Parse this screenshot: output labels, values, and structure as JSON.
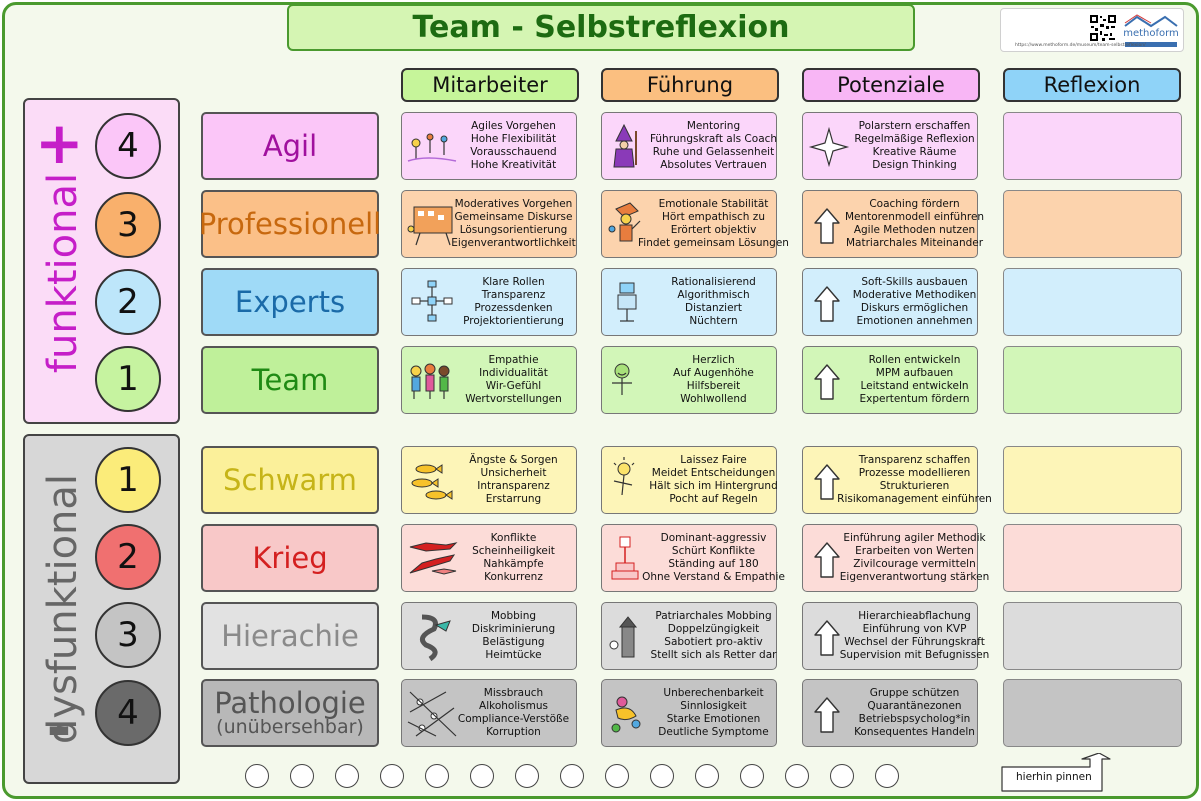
{
  "title": "Team - Selbstreflexion",
  "logo": {
    "brand": "methoform",
    "url": "https://www.methoform.de/museum/team-selbstreflexion/"
  },
  "columns": [
    {
      "label": "Mitarbeiter",
      "color": "#c6f59a"
    },
    {
      "label": "Führung",
      "color": "#fbbf80"
    },
    {
      "label": "Potenziale",
      "color": "#f8b6f5"
    },
    {
      "label": "Reflexion",
      "color": "#8fd3f8"
    }
  ],
  "panels": {
    "plus": {
      "sign": "+",
      "label": "funktional",
      "color": "#c51ec8"
    },
    "minus": {
      "sign": "-",
      "label": "dysfunktional",
      "color": "#666666"
    }
  },
  "rows": [
    {
      "label": "Agil",
      "sub": "",
      "level": "4",
      "color": "#fbc6f8",
      "text": "#a0109e",
      "circle": "#fbc6f8",
      "mitarbeiter": [
        "Agiles Vorgehen",
        "Hohe Flexibilität",
        "Vorausschauend",
        "Hohe Kreativität"
      ],
      "fuehrung": [
        "Mentoring",
        "Führungskraft als Coach",
        "Ruhe und Gelassenheit",
        "Absolutes Vertrauen"
      ],
      "potenziale": [
        "Polarstern erschaffen",
        "Regelmäßige Reflexion",
        "Kreative Räume",
        "Design Thinking"
      ]
    },
    {
      "label": "Professionell",
      "sub": "",
      "level": "3",
      "color": "#fbc088",
      "text": "#c7680e",
      "circle": "#f9b06c",
      "mitarbeiter": [
        "Moderatives Vorgehen",
        "Gemeinsame Diskurse",
        "Lösungsorientierung",
        "Eigenverantwortlichkeit"
      ],
      "fuehrung": [
        "Emotionale Stabilität",
        "Hört empathisch zu",
        "Erörtert objektiv",
        "Findet gemeinsam Lösungen"
      ],
      "potenziale": [
        "Coaching fördern",
        "Mentorenmodell einführen",
        "Agile Methoden nutzen",
        "Matriarchales Miteinander"
      ]
    },
    {
      "label": "Experts",
      "sub": "",
      "level": "2",
      "color": "#9fdaf7",
      "text": "#1a6aa8",
      "circle": "#bde6fa",
      "mitarbeiter": [
        "Klare Rollen",
        "Transparenz",
        "Prozessdenken",
        "Projektorientierung"
      ],
      "fuehrung": [
        "Rationalisierend",
        "Algorithmisch",
        "Distanziert",
        "Nüchtern"
      ],
      "potenziale": [
        "Soft-Skills ausbauen",
        "Moderative Methodiken",
        "Diskurs ermöglichen",
        "Emotionen annehmen"
      ]
    },
    {
      "label": "Team",
      "sub": "",
      "level": "1",
      "color": "#bff09a",
      "text": "#1f8a14",
      "circle": "#c6f3a0",
      "mitarbeiter": [
        "Empathie",
        "Individualität",
        "Wir-Gefühl",
        "Wertvorstellungen"
      ],
      "fuehrung": [
        "Herzlich",
        "Auf Augenhöhe",
        "Hilfsbereit",
        "Wohlwollend"
      ],
      "potenziale": [
        "Rollen entwickeln",
        "MPM aufbauen",
        "Leitstand entwickeln",
        "Expertentum fördern"
      ]
    },
    {
      "label": "Schwarm",
      "sub": "",
      "level": "1",
      "color": "#fbf09a",
      "text": "#c6b418",
      "circle": "#fbec7a",
      "mitarbeiter": [
        "Ängste & Sorgen",
        "Unsicherheit",
        "Intransparenz",
        "Erstarrung"
      ],
      "fuehrung": [
        "Laissez Faire",
        "Meidet Entscheidungen",
        "Hält sich im Hintergrund",
        "Pocht auf Regeln"
      ],
      "potenziale": [
        "Transparenz schaffen",
        "Prozesse modellieren",
        "Strukturieren",
        "Risikomanagement einführen"
      ]
    },
    {
      "label": "Krieg",
      "sub": "",
      "level": "2",
      "color": "#f8c8c8",
      "text": "#d42020",
      "circle": "#f07070",
      "mitarbeiter": [
        "Konflikte",
        "Scheinheiligkeit",
        "Nahkämpfe",
        "Konkurrenz"
      ],
      "fuehrung": [
        "Dominant-aggressiv",
        "Schürt Konflikte",
        "Ständing auf 180",
        "Ohne Verstand & Empathie"
      ],
      "potenziale": [
        "Einführung agiler Methodik",
        "Erarbeiten von Werten",
        "Zivilcourage vermitteln",
        "Eigenverantwortung stärken"
      ]
    },
    {
      "label": "Hierachie",
      "sub": "",
      "level": "3",
      "color": "#e2e2e2",
      "text": "#8a8a8a",
      "circle": "#c4c4c4",
      "mitarbeiter": [
        "Mobbing",
        "Diskriminierung",
        "Belästigung",
        "Heimtücke"
      ],
      "fuehrung": [
        "Patriarchales Mobbing",
        "Doppelzüngigkeit",
        "Sabotiert pro-aktiv",
        "Stellt sich als Retter dar"
      ],
      "potenziale": [
        "Hierarchieabflachung",
        "Einführung von KVP",
        "Wechsel der Führungskraft",
        "Supervision mit Befugnissen"
      ]
    },
    {
      "label": "Pathologie",
      "sub": "(unübersehbar)",
      "level": "4",
      "color": "#b8b8b8",
      "text": "#555555",
      "circle": "#6a6a6a",
      "mitarbeiter": [
        "Missbrauch",
        "Alkoholismus",
        "Compliance-Verstöße",
        "Korruption"
      ],
      "fuehrung": [
        "Unberechenbarkeit",
        "Sinnlosigkeit",
        "Starke Emotionen",
        "Deutliche Symptome"
      ],
      "potenziale": [
        "Gruppe schützen",
        "Quarantänezonen",
        "Betriebspsycholog*in",
        "Konsequentes Handeln"
      ]
    }
  ],
  "cellColors": {
    "agil": {
      "m": "#fbd6fa",
      "f": "#fbd6fa",
      "p": "#fbd6fa",
      "r": "#fbd6fa"
    },
    "professionell": {
      "m": "#fcd3ad",
      "f": "#fcd3ad",
      "p": "#fcd3ad",
      "r": "#fcd3ad"
    },
    "experts": {
      "m": "#d2eefc",
      "f": "#d2eefc",
      "p": "#d2eefc",
      "r": "#d2eefc"
    },
    "team": {
      "m": "#d2f6b8",
      "f": "#d2f6b8",
      "p": "#d2f6b8",
      "r": "#d2f6b8"
    },
    "schwarm": {
      "m": "#fdf5b8",
      "f": "#fdf5b8",
      "p": "#fdf5b8",
      "r": "#fdf5b8"
    },
    "krieg": {
      "m": "#fcdcd8",
      "f": "#fcdcd8",
      "p": "#fcdcd8",
      "r": "#fcdcd8"
    },
    "hierachie": {
      "m": "#dcdcdc",
      "f": "#dcdcdc",
      "p": "#dcdcdc",
      "r": "#dcdcdc"
    },
    "pathologie": {
      "m": "#c4c4c4",
      "f": "#c4c4c4",
      "p": "#c4c4c4",
      "r": "#c4c4c4"
    }
  },
  "pins": {
    "count": 15,
    "label": "hierhin pinnen"
  }
}
